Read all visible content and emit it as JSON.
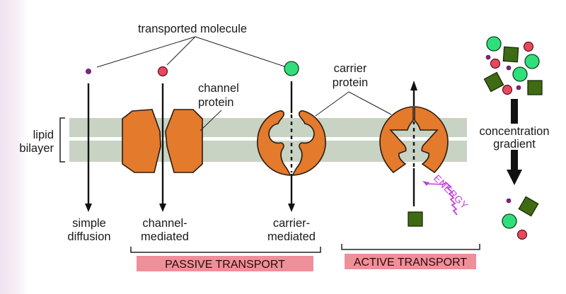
{
  "figure": {
    "title_label": "transported molecule",
    "channel_protein_label": [
      "channel",
      "protein"
    ],
    "carrier_protein_label": [
      "carrier",
      "protein"
    ],
    "lipid_bilayer_label": [
      "lipid",
      "bilayer"
    ],
    "concentration_gradient_label": [
      "concentration",
      "gradient"
    ],
    "pathways": [
      {
        "id": "simple-diffusion",
        "label": [
          "simple",
          "diffusion"
        ],
        "molecule": "small-purple-circle",
        "direction": "down"
      },
      {
        "id": "channel-mediated",
        "label": [
          "channel-",
          "mediated"
        ],
        "molecule": "red-circle",
        "direction": "down"
      },
      {
        "id": "carrier-mediated",
        "label": [
          "carrier-",
          "mediated"
        ],
        "molecule": "green-circle",
        "direction": "down"
      },
      {
        "id": "active-transport",
        "label": [],
        "molecule": "dark-green-square",
        "direction": "up"
      }
    ],
    "energy_label": "ENERGY",
    "banners": {
      "passive": "PASSIVE TRANSPORT",
      "active": "ACTIVE TRANSPORT"
    }
  },
  "colors": {
    "protein": "#e37a2c",
    "membrane": "#c8d3c3",
    "banner": "#ef8f9a",
    "small_molecule": "#8a1f8a",
    "red_molecule": "#e8485c",
    "green_molecule": "#2fe07a",
    "square_molecule": "#3f6b14",
    "energy": "#c040e0"
  }
}
